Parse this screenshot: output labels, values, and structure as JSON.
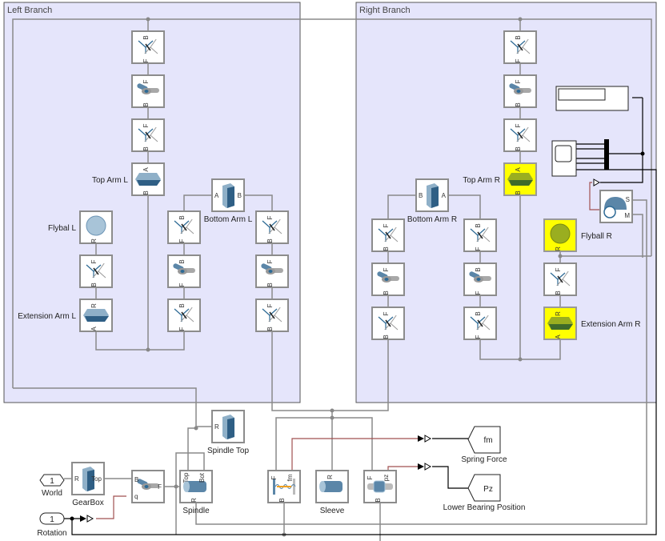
{
  "areas": [
    {
      "id": "left",
      "title": "Left Branch"
    },
    {
      "id": "right",
      "title": "Right Branch"
    }
  ],
  "colors": {
    "area_fill": "#e5e5fb",
    "highlight": "#ffff00",
    "block_border": "#8c8c8c",
    "connection": "#8a8a8a",
    "body_blue": "#5b86a8"
  },
  "blocks": [
    {
      "id": "lt1",
      "type": "transform",
      "label": "",
      "ports": {
        "top": "B",
        "bottom": "F"
      }
    },
    {
      "id": "lj1",
      "type": "revolute",
      "label": "",
      "ports": {
        "top": "F",
        "bottom": "B"
      }
    },
    {
      "id": "lt2",
      "type": "transform",
      "label": "",
      "ports": {
        "top": "F",
        "bottom": "B"
      }
    },
    {
      "id": "topArmL",
      "type": "brick",
      "label": "Top Arm L",
      "ports": {
        "top": "A",
        "bottom": "B"
      }
    },
    {
      "id": "bottomArmL",
      "type": "brick-v",
      "label": "Bottom Arm L",
      "ports": {
        "left": "A",
        "right": "B"
      }
    },
    {
      "id": "lt3",
      "type": "transform",
      "label": "",
      "ports": {
        "top": "B",
        "bottom": "F"
      }
    },
    {
      "id": "lj2",
      "type": "revolute",
      "label": "",
      "ports": {
        "top": "B",
        "bottom": "F"
      }
    },
    {
      "id": "lt4",
      "type": "transform",
      "label": "",
      "ports": {
        "top": "B",
        "bottom": "F"
      }
    },
    {
      "id": "lt5",
      "type": "transform",
      "label": "",
      "ports": {
        "top": "F",
        "bottom": "B"
      }
    },
    {
      "id": "lj3",
      "type": "revolute",
      "label": "",
      "ports": {
        "top": "F",
        "bottom": "B"
      }
    },
    {
      "id": "lt6",
      "type": "transform",
      "label": "",
      "ports": {
        "top": "F",
        "bottom": "B"
      }
    },
    {
      "id": "flybalL",
      "type": "sphere",
      "label": "Flybal L",
      "ports": {
        "bottom": "R"
      }
    },
    {
      "id": "lt7",
      "type": "transform",
      "label": "",
      "ports": {
        "top": "F",
        "bottom": "B"
      }
    },
    {
      "id": "extArmL",
      "type": "brick",
      "label": "Extension Arm L",
      "ports": {
        "top": "R",
        "bottom": "A"
      }
    },
    {
      "id": "rt1",
      "type": "transform",
      "label": "",
      "ports": {
        "top": "B",
        "bottom": "F"
      }
    },
    {
      "id": "rj1",
      "type": "revolute",
      "label": "",
      "ports": {
        "top": "F",
        "bottom": "B"
      }
    },
    {
      "id": "rt2",
      "type": "transform",
      "label": "",
      "ports": {
        "top": "F",
        "bottom": "B"
      }
    },
    {
      "id": "topArmR",
      "type": "brick-green",
      "label": "Top Arm R",
      "highlighted": true,
      "ports": {
        "top": "A",
        "bottom": "B"
      }
    },
    {
      "id": "bottomArmR",
      "type": "brick-v",
      "label": "Bottom Arm R",
      "ports": {
        "left": "B",
        "right": "A"
      }
    },
    {
      "id": "rt3",
      "type": "transform",
      "label": "",
      "ports": {
        "top": "F",
        "bottom": "B"
      }
    },
    {
      "id": "rj2",
      "type": "revolute",
      "label": "",
      "ports": {
        "top": "F",
        "bottom": "B"
      }
    },
    {
      "id": "rt4",
      "type": "transform",
      "label": "",
      "ports": {
        "top": "F",
        "bottom": "B"
      }
    },
    {
      "id": "rt5",
      "type": "transform",
      "label": "",
      "ports": {
        "top": "B",
        "bottom": "F"
      }
    },
    {
      "id": "rj3",
      "type": "revolute",
      "label": "",
      "ports": {
        "top": "B",
        "bottom": "F"
      }
    },
    {
      "id": "rt6",
      "type": "transform",
      "label": "",
      "ports": {
        "top": "B",
        "bottom": "F"
      }
    },
    {
      "id": "flyballR",
      "type": "sphere-green",
      "label": "Flyball R",
      "highlighted": true,
      "ports": {
        "bottom": "R"
      }
    },
    {
      "id": "rt7",
      "type": "transform",
      "label": "",
      "ports": {
        "top": "F",
        "bottom": "B"
      }
    },
    {
      "id": "extArmR",
      "type": "brick-green",
      "label": "Extension Arm R",
      "highlighted": true,
      "ports": {
        "top": "R",
        "bottom": "A"
      }
    },
    {
      "id": "sensor",
      "type": "sensor",
      "label": "",
      "ports": {
        "right1": "S",
        "right2": "M"
      }
    },
    {
      "id": "gearbox",
      "type": "brick-v",
      "label": "GearBox",
      "ports": {
        "left": "R",
        "right": "Top"
      }
    },
    {
      "id": "revolute",
      "type": "revolute",
      "label": "",
      "ports": {
        "left": "B",
        "left2": "q",
        "right": "F"
      }
    },
    {
      "id": "spindle",
      "type": "cylinder",
      "label": "Spindle",
      "ports": {
        "top": "Top",
        "top2": "Bot",
        "bottom": "R"
      }
    },
    {
      "id": "spindleTop",
      "type": "brick-v",
      "label": "Spindle Top",
      "ports": {
        "left": "R"
      }
    },
    {
      "id": "spring",
      "type": "spring",
      "label": "",
      "ports": {
        "top": "F",
        "top2": "fm",
        "bottom": "B"
      }
    },
    {
      "id": "sleeve",
      "type": "cylinder",
      "label": "Sleeve",
      "ports": {
        "top": "R"
      }
    },
    {
      "id": "bearing",
      "type": "prismatic",
      "label": "",
      "ports": {
        "top": "F",
        "top2": "pz",
        "bottom": "B"
      }
    }
  ],
  "inports": [
    {
      "id": "world",
      "number": "1",
      "label": "World"
    },
    {
      "id": "rotation",
      "number": "1",
      "label": "Rotation"
    }
  ],
  "gotos": [
    {
      "id": "fm",
      "tag": "fm",
      "label": "Spring Force"
    },
    {
      "id": "pz",
      "tag": "Pz",
      "label": "Lower Bearing Position"
    }
  ]
}
